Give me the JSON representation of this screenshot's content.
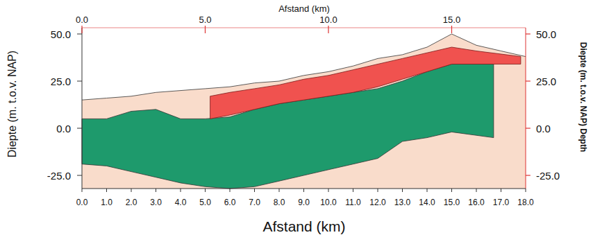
{
  "diagram": {
    "labels": [
      "Afstand (km)",
      "0.0",
      "5.0",
      "10.0",
      "15.0",
      "Diepte (m. t.o.v. NAP)",
      "50.0",
      "25.0",
      "0.0",
      "-25.0",
      "50.0",
      "25.0",
      "0.0",
      "-25.0",
      "Diepte (m. t.o.v. NAP) Depth",
      "0.0",
      "1.0",
      "2.0",
      "3.0",
      "4.0",
      "5.0",
      "6.0",
      "7.0",
      "8.0",
      "9.0",
      "10.0",
      "11.0",
      "12.0",
      "13.0",
      "14.0",
      "15.0",
      "16.0",
      "17.0",
      "18.0",
      "Afstand (km)"
    ]
  }
}
